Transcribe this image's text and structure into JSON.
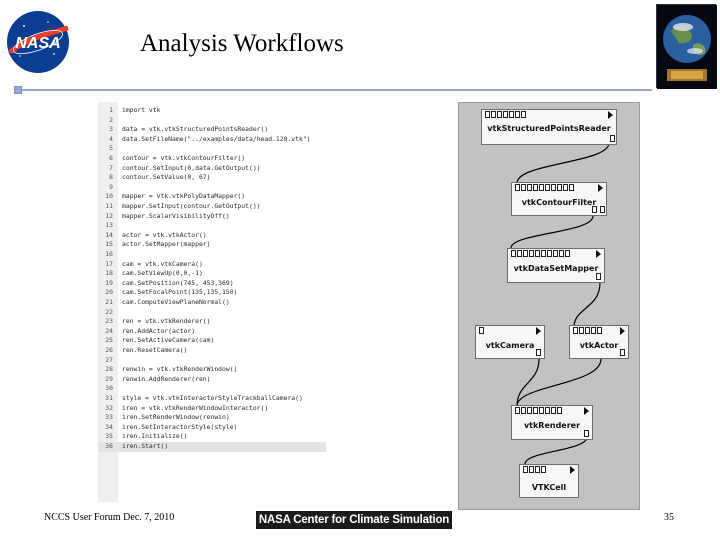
{
  "slide": {
    "title": "Analysis Workflows",
    "footer_left": "NCCS User Forum Dec. 7, 2010",
    "footer_logo_text": "NASA Center for Climate Simulation",
    "page_number": "35",
    "accent_color": "#9aa6cf"
  },
  "logos": {
    "left": "nasa-logo",
    "right": "globe-logo"
  },
  "code": {
    "highlighted_line": "36",
    "lines": [
      {
        "n": "1",
        "t": "import vtk"
      },
      {
        "n": "2",
        "t": ""
      },
      {
        "n": "3",
        "t": "data = vtk.vtkStructuredPointsReader()"
      },
      {
        "n": "4",
        "t": "data.SetFileName(\"../examples/data/head.120.vtk\")"
      },
      {
        "n": "5",
        "t": ""
      },
      {
        "n": "6",
        "t": "contour = vtk.vtkContourFilter()"
      },
      {
        "n": "7",
        "t": "contour.SetInput(0,data.GetOutput())"
      },
      {
        "n": "8",
        "t": "contour.SetValue(0, 67)"
      },
      {
        "n": "9",
        "t": ""
      },
      {
        "n": "10",
        "t": "mapper = vtk.vtkPolyDataMapper()"
      },
      {
        "n": "11",
        "t": "mapper.SetInput(contour.GetOutput())"
      },
      {
        "n": "12",
        "t": "mapper.ScalarVisibilityOff()"
      },
      {
        "n": "13",
        "t": ""
      },
      {
        "n": "14",
        "t": "actor = vtk.vtkActor()"
      },
      {
        "n": "15",
        "t": "actor.SetMapper(mapper)"
      },
      {
        "n": "16",
        "t": ""
      },
      {
        "n": "17",
        "t": "cam = vtk.vtkCamera()"
      },
      {
        "n": "18",
        "t": "cam.SetViewUp(0,0,-1)"
      },
      {
        "n": "19",
        "t": "cam.SetPosition(745, 453,369)"
      },
      {
        "n": "20",
        "t": "cam.SetFocalPoint(135,135,150)"
      },
      {
        "n": "21",
        "t": "cam.ComputeViewPlaneNormal()"
      },
      {
        "n": "22",
        "t": ""
      },
      {
        "n": "23",
        "t": "ren = vtk.vtkRenderer()"
      },
      {
        "n": "24",
        "t": "ren.AddActor(actor)"
      },
      {
        "n": "25",
        "t": "ren.SetActiveCamera(cam)"
      },
      {
        "n": "26",
        "t": "ren.ResetCamera()"
      },
      {
        "n": "27",
        "t": ""
      },
      {
        "n": "28",
        "t": "renwin = vtk.vtkRenderWindow()"
      },
      {
        "n": "29",
        "t": "renwin.AddRenderer(ren)"
      },
      {
        "n": "30",
        "t": ""
      },
      {
        "n": "31",
        "t": "style = vtk.vtkInteractorStyleTrackballCamera()"
      },
      {
        "n": "32",
        "t": "iren = vtk.vtkRenderWindowInteractor()"
      },
      {
        "n": "33",
        "t": "iren.SetRenderWindow(renwin)"
      },
      {
        "n": "34",
        "t": "iren.SetInteractorStyle(style)"
      },
      {
        "n": "35",
        "t": "iren.Initialize()"
      },
      {
        "n": "36",
        "t": "iren.Start()"
      }
    ]
  },
  "pipeline": {
    "background": "#c2c2c2",
    "modules": [
      {
        "id": "reader",
        "name": "vtkStructuredPointsReader",
        "in_ports": 7,
        "out_ports": 1
      },
      {
        "id": "contour",
        "name": "vtkContourFilter",
        "in_ports": 10,
        "out_ports": 2
      },
      {
        "id": "mapper",
        "name": "vtkDataSetMapper",
        "in_ports": 10,
        "out_ports": 1
      },
      {
        "id": "camera",
        "name": "vtkCamera",
        "in_ports": 1,
        "out_ports": 1
      },
      {
        "id": "actor",
        "name": "vtkActor",
        "in_ports": 5,
        "out_ports": 1
      },
      {
        "id": "renderer",
        "name": "vtkRenderer",
        "in_ports": 8,
        "out_ports": 1
      },
      {
        "id": "cell",
        "name": "VTKCell",
        "in_ports": 4,
        "out_ports": 0
      }
    ],
    "connections": [
      {
        "from": "reader",
        "to": "contour"
      },
      {
        "from": "contour",
        "to": "mapper"
      },
      {
        "from": "mapper",
        "to": "actor"
      },
      {
        "from": "camera",
        "to": "renderer"
      },
      {
        "from": "actor",
        "to": "renderer"
      },
      {
        "from": "renderer",
        "to": "cell"
      }
    ]
  }
}
